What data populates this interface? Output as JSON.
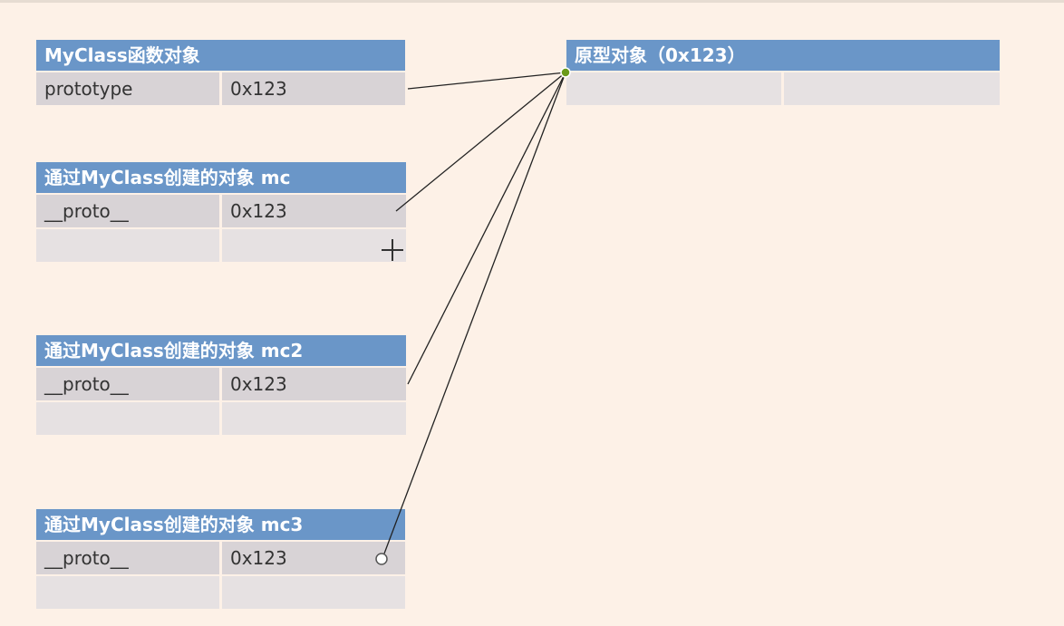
{
  "function_object": {
    "title": "MyClass函数对象",
    "rows": [
      {
        "key": "prototype",
        "value": "0x123"
      }
    ]
  },
  "prototype_object": {
    "title": "原型对象（0x123）"
  },
  "instances": [
    {
      "title": "通过MyClass创建的对象 mc",
      "key": "__proto__",
      "value": "0x123"
    },
    {
      "title": "通过MyClass创建的对象 mc2",
      "key": "__proto__",
      "value": "0x123"
    },
    {
      "title": "通过MyClass创建的对象 mc3",
      "key": "__proto__",
      "value": "0x123"
    }
  ],
  "colors": {
    "header": "#6a96c8",
    "cell": "#d8d3d6",
    "background": "#fdf1e7",
    "connector_anchor": "#6a9a1a"
  }
}
